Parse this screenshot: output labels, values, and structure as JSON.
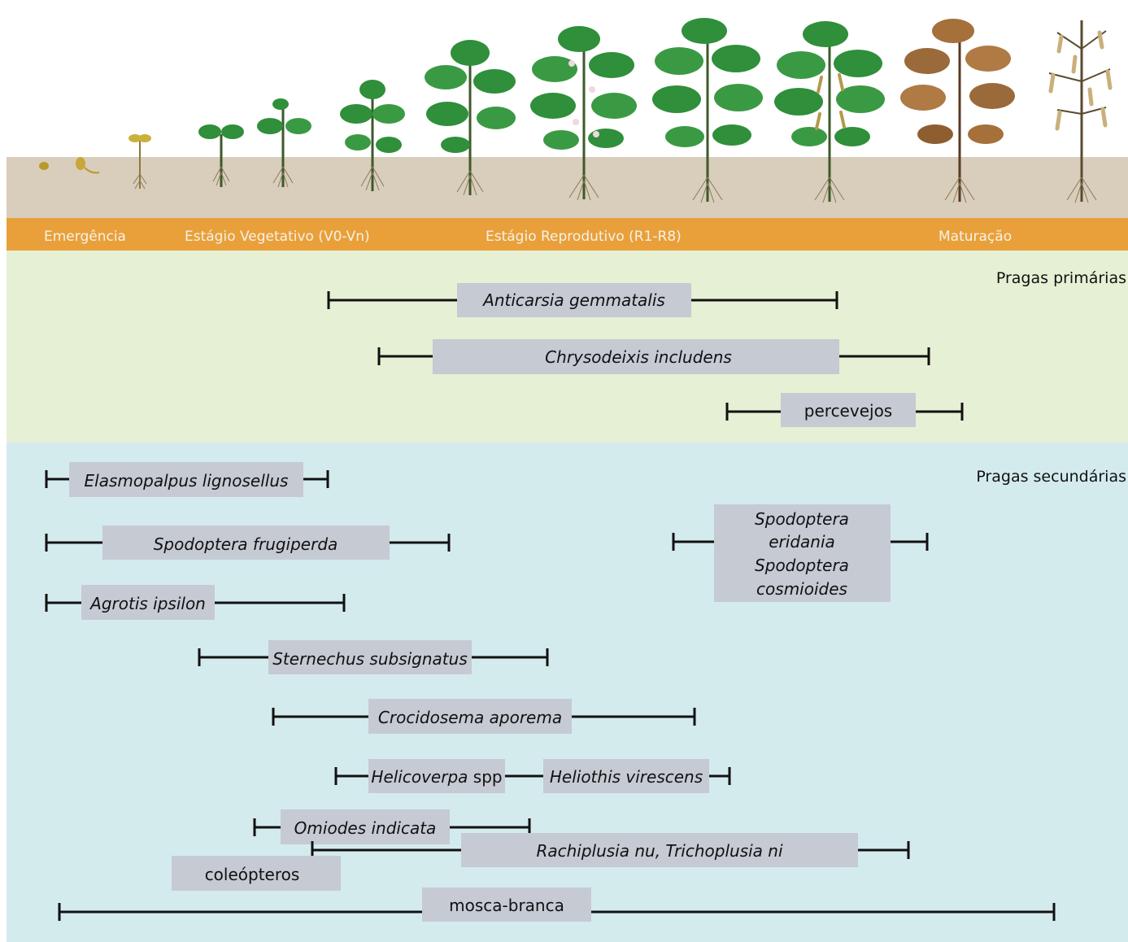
{
  "stages": {
    "emergence": "Emergência",
    "vegetative": "Estágio Vegetativo (V0-Vn)",
    "reproductive": "Estágio Reprodutivo (R1-R8)",
    "maturation": "Maturação"
  },
  "sections": {
    "primary": "Pragas primárias",
    "secondary": "Pragas secundárias"
  },
  "pests": {
    "anticarsia": "Anticarsia gemmatalis",
    "chrysodeixis": "Chrysodeixis includens",
    "percevejos": "percevejos",
    "elasmopalpus": "Elasmopalpus lignosellus",
    "spodoptera_frugiperda": "Spodoptera frugiperda",
    "spodoptera_eri_1": "Spodoptera",
    "spodoptera_eri_2": "eridania",
    "spodoptera_eri_3": "Spodoptera",
    "spodoptera_eri_4": "cosmioides",
    "agrotis": "Agrotis ipsilon",
    "sternechus": "Sternechus subsignatus",
    "crocidosema": "Crocidosema aporema",
    "helicoverpa_genus": "Helicoverpa",
    "helicoverpa_spp": " spp",
    "heliothis": "Heliothis virescens",
    "omiodes": "Omiodes indicata",
    "rachiplusia": "Rachiplusia nu, Trichoplusia ni",
    "coleopteros": "coleópteros",
    "mosca_branca": "mosca-branca"
  },
  "colors": {
    "stage_band": "#e9a03a",
    "stage_text": "#f6f1e6",
    "soil": "#d9cdbc",
    "primary_bg": "#e6f0d4",
    "secondary_bg": "#d4ebee",
    "label_box": "#c5cad3",
    "leaf": "#2f8f3a",
    "leaf_dry": "#9b6a3a"
  }
}
